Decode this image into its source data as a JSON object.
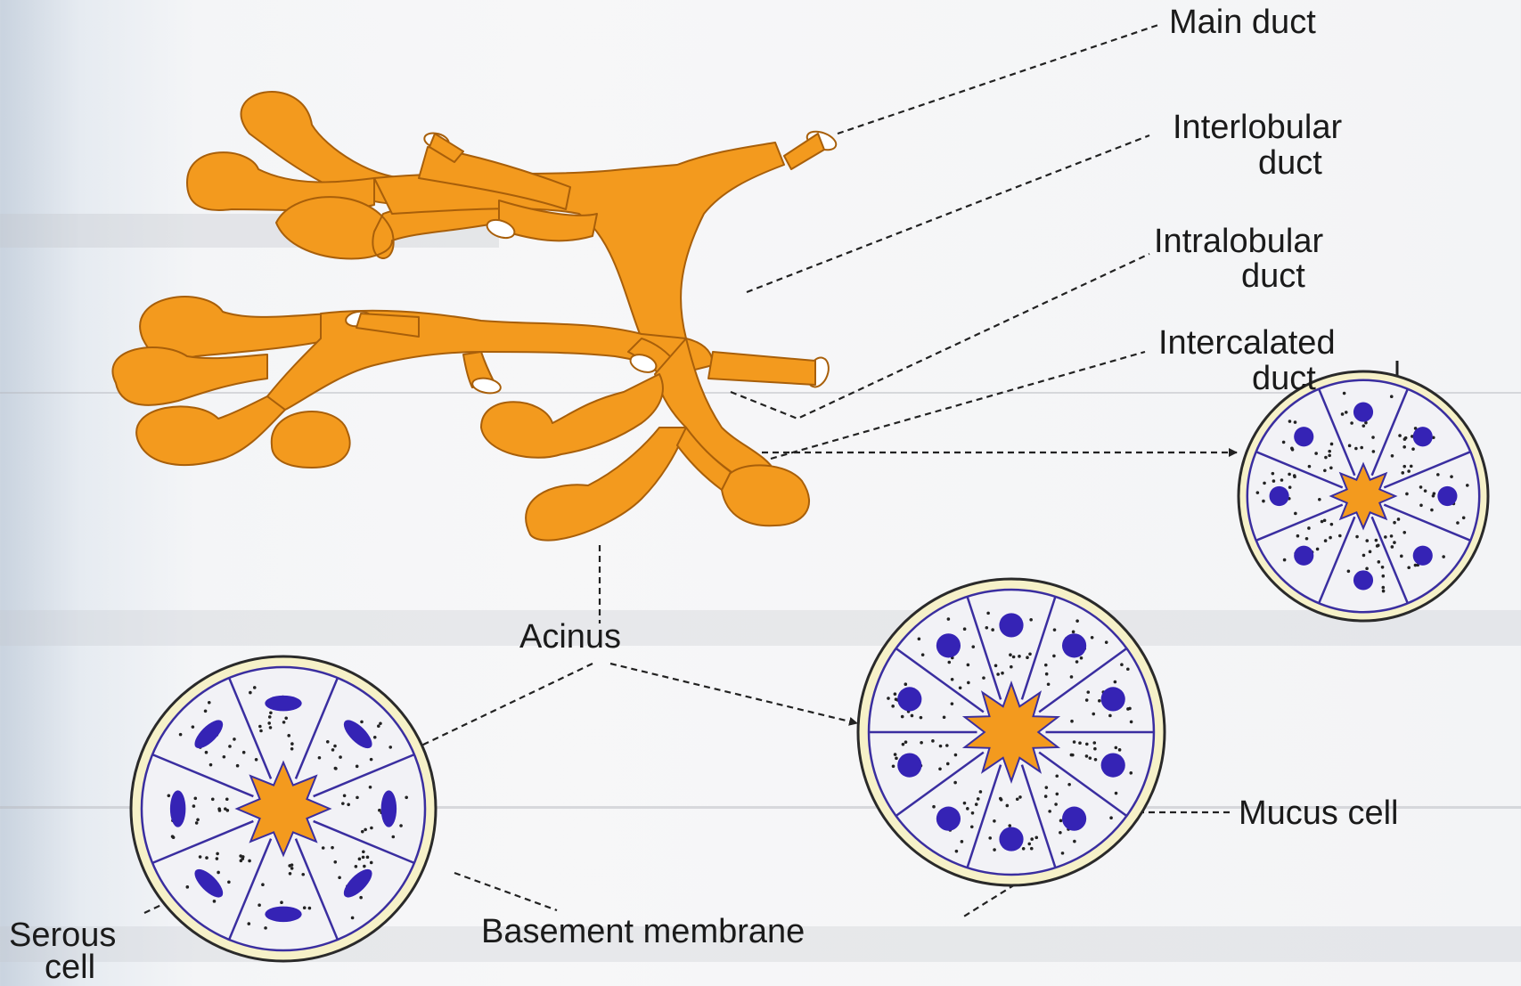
{
  "colors": {
    "gland": "#F39A1E",
    "gland_edge": "#A85F0A",
    "cell_border": "#3A2EA0",
    "nucleus": "#3523B5",
    "cell_fill": "#F2F2F6",
    "basement": "#F6F1C8",
    "lumen": "#F39A1E",
    "leader": "#222222"
  },
  "labels": {
    "main_duct": "Main duct",
    "interlobular": [
      "Interlobular",
      "duct"
    ],
    "intralobular": [
      "Intralobular",
      "duct"
    ],
    "intercalated": [
      "Intercalated",
      "duct"
    ],
    "acinus": "Acinus",
    "mucus_cell": "Mucus cell",
    "serous": [
      "Serous",
      "cell"
    ],
    "basement_membrane": "Basement membrane"
  },
  "icons": {
    "leader_arrow": "arrow-head-icon",
    "down_arrow": "down-arrow-icon"
  }
}
